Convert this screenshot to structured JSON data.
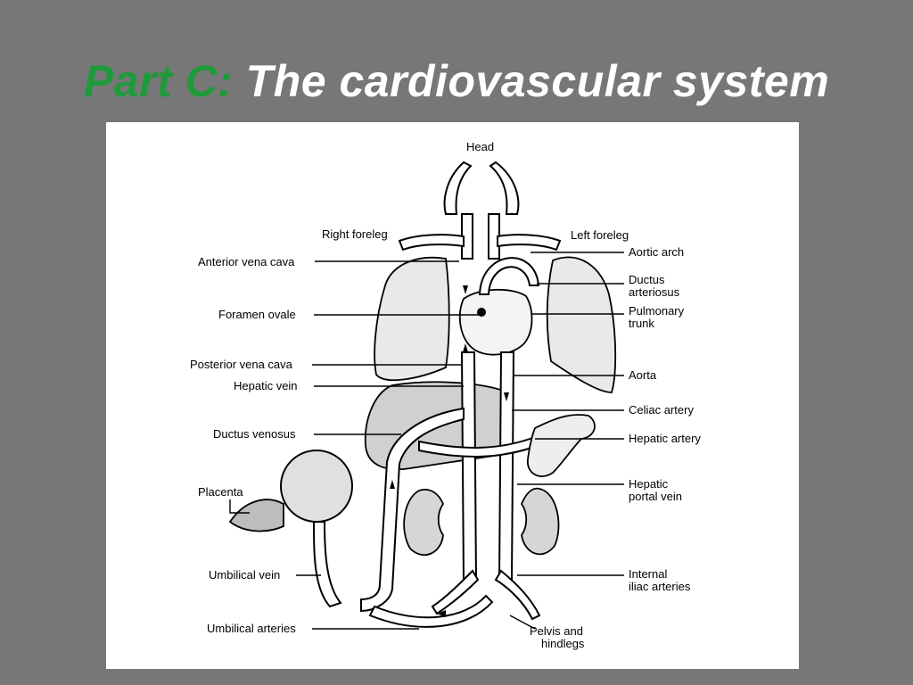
{
  "slide": {
    "title_prefix": "Part C:",
    "title_main": "The cardiovascular system"
  },
  "diagram": {
    "labels": {
      "head": "Head",
      "right_foreleg": "Right foreleg",
      "left_foreleg": "Left foreleg",
      "anterior_vena_cava": "Anterior vena cava",
      "aortic_arch": "Aortic arch",
      "ductus_arteriosus_1": "Ductus",
      "ductus_arteriosus_2": "arteriosus",
      "foramen_ovale": "Foramen ovale",
      "pulmonary_trunk_1": "Pulmonary",
      "pulmonary_trunk_2": "trunk",
      "posterior_vena_cava": "Posterior vena cava",
      "aorta": "Aorta",
      "hepatic_vein": "Hepatic vein",
      "celiac_artery": "Celiac artery",
      "ductus_venosus": "Ductus venosus",
      "hepatic_artery": "Hepatic artery",
      "hepatic_portal_vein_1": "Hepatic",
      "hepatic_portal_vein_2": "portal vein",
      "placenta": "Placenta",
      "umbilical_vein": "Umbilical vein",
      "internal_iliac_1": "Internal",
      "internal_iliac_2": "iliac arteries",
      "umbilical_arteries": "Umbilical arteries",
      "pelvis_1": "Pelvis and",
      "pelvis_2": "hindlegs"
    }
  }
}
